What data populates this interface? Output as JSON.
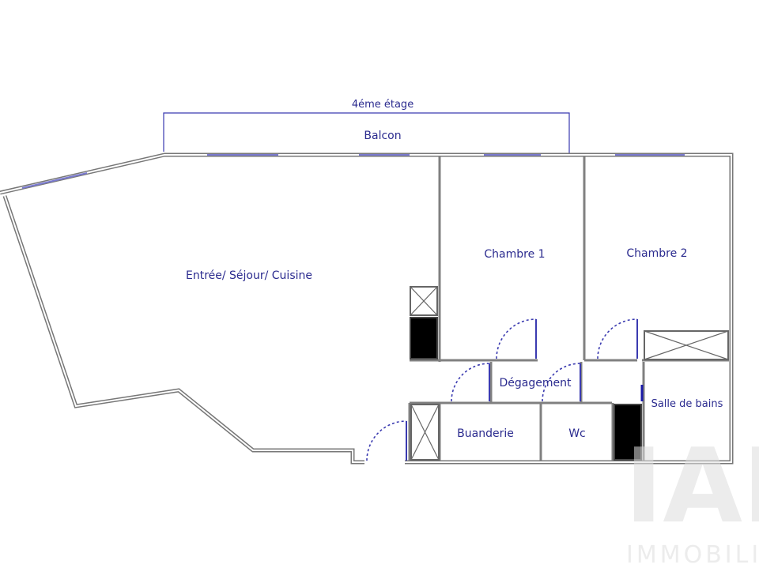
{
  "floor_label": "4éme étage",
  "rooms": {
    "balcon": "Balcon",
    "sejour": "Entrée/ Séjour/ Cuisine",
    "chambre1": "Chambre 1",
    "chambre2": "Chambre 2",
    "degagement": "Dégagement",
    "buanderie": "Buanderie",
    "wc": "Wc",
    "salle_de_bains": "Salle de bains"
  },
  "watermark": {
    "logo": "IAD",
    "text": "IMMOBILIER"
  },
  "colors": {
    "label": "#2b2b8f",
    "wall": "#777777",
    "window": "#7a7ad0",
    "door": "#3a3ab0"
  }
}
